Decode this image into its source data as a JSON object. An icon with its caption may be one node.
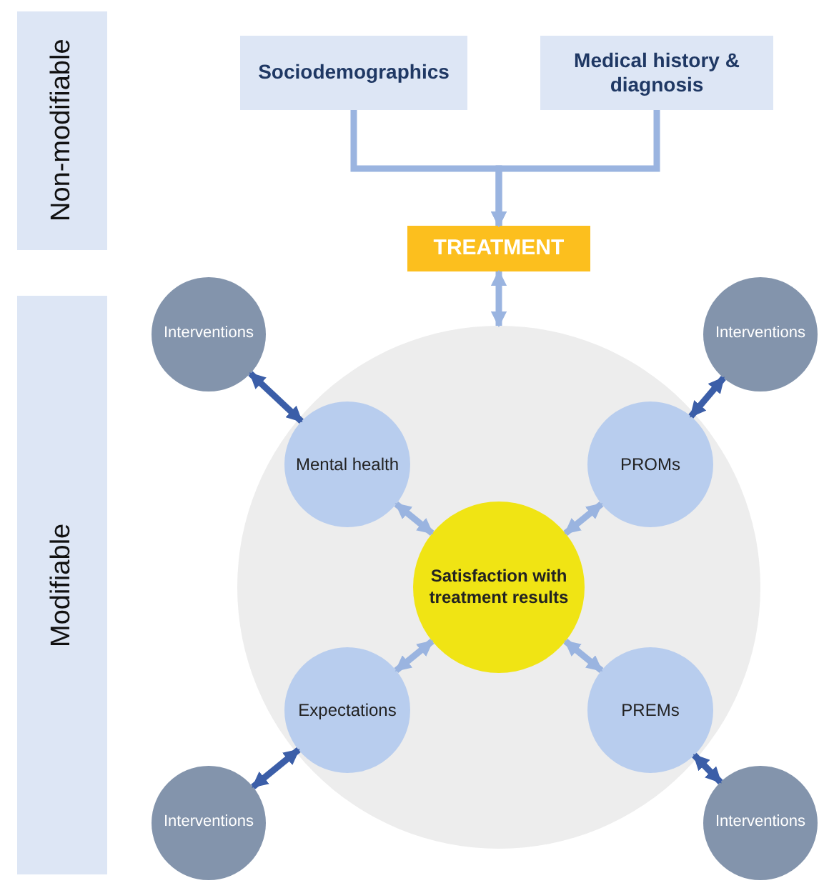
{
  "diagram": {
    "nodes": [
      {
        "text": [
          "Non-modifiable"
        ]
      },
      {
        "text": [
          "Modifiable"
        ]
      },
      {
        "text": [
          "Sociodemographics"
        ]
      },
      {
        "text": [
          "Medical history & diagnosis"
        ]
      },
      {
        "text": [
          "TREATMENT"
        ]
      },
      {
        "text": [],
        "shape": "circle"
      },
      {
        "text": [
          "Interventions"
        ]
      },
      {
        "text": [
          "Interventions"
        ]
      },
      {
        "text": [
          "Mental health"
        ],
        "in": 5
      },
      {
        "text": [
          "PROMs"
        ],
        "in": 5
      },
      {
        "text": [
          "Satisfaction with treatment results"
        ],
        "in": 5
      },
      {
        "text": [
          "Expectations"
        ],
        "in": 5
      },
      {
        "text": [
          "PREMs"
        ],
        "in": 5
      },
      {
        "text": [
          "Interventions"
        ]
      },
      {
        "text": [
          "Interventions"
        ]
      }
    ],
    "edges": [
      {
        "from": 2,
        "to": 4,
        "arrow": "to"
      },
      {
        "from": 3,
        "to": 4,
        "arrow": "to"
      },
      {
        "from": 4,
        "to": 5,
        "arrow": "both"
      },
      {
        "from": 6,
        "to": 8,
        "arrow": "both",
        "color": "#3b5ea8"
      },
      {
        "from": 7,
        "to": 9,
        "arrow": "both",
        "color": "#3b5ea8"
      },
      {
        "from": 8,
        "to": 10,
        "arrow": "both"
      },
      {
        "from": 9,
        "to": 10,
        "arrow": "both"
      },
      {
        "from": 11,
        "to": 10,
        "arrow": "both"
      },
      {
        "from": 12,
        "to": 10,
        "arrow": "both"
      },
      {
        "from": 13,
        "to": 11,
        "arrow": "both",
        "color": "#3b5ea8"
      },
      {
        "from": 14,
        "to": 12,
        "arrow": "both",
        "color": "#3b5ea8"
      }
    ]
  }
}
